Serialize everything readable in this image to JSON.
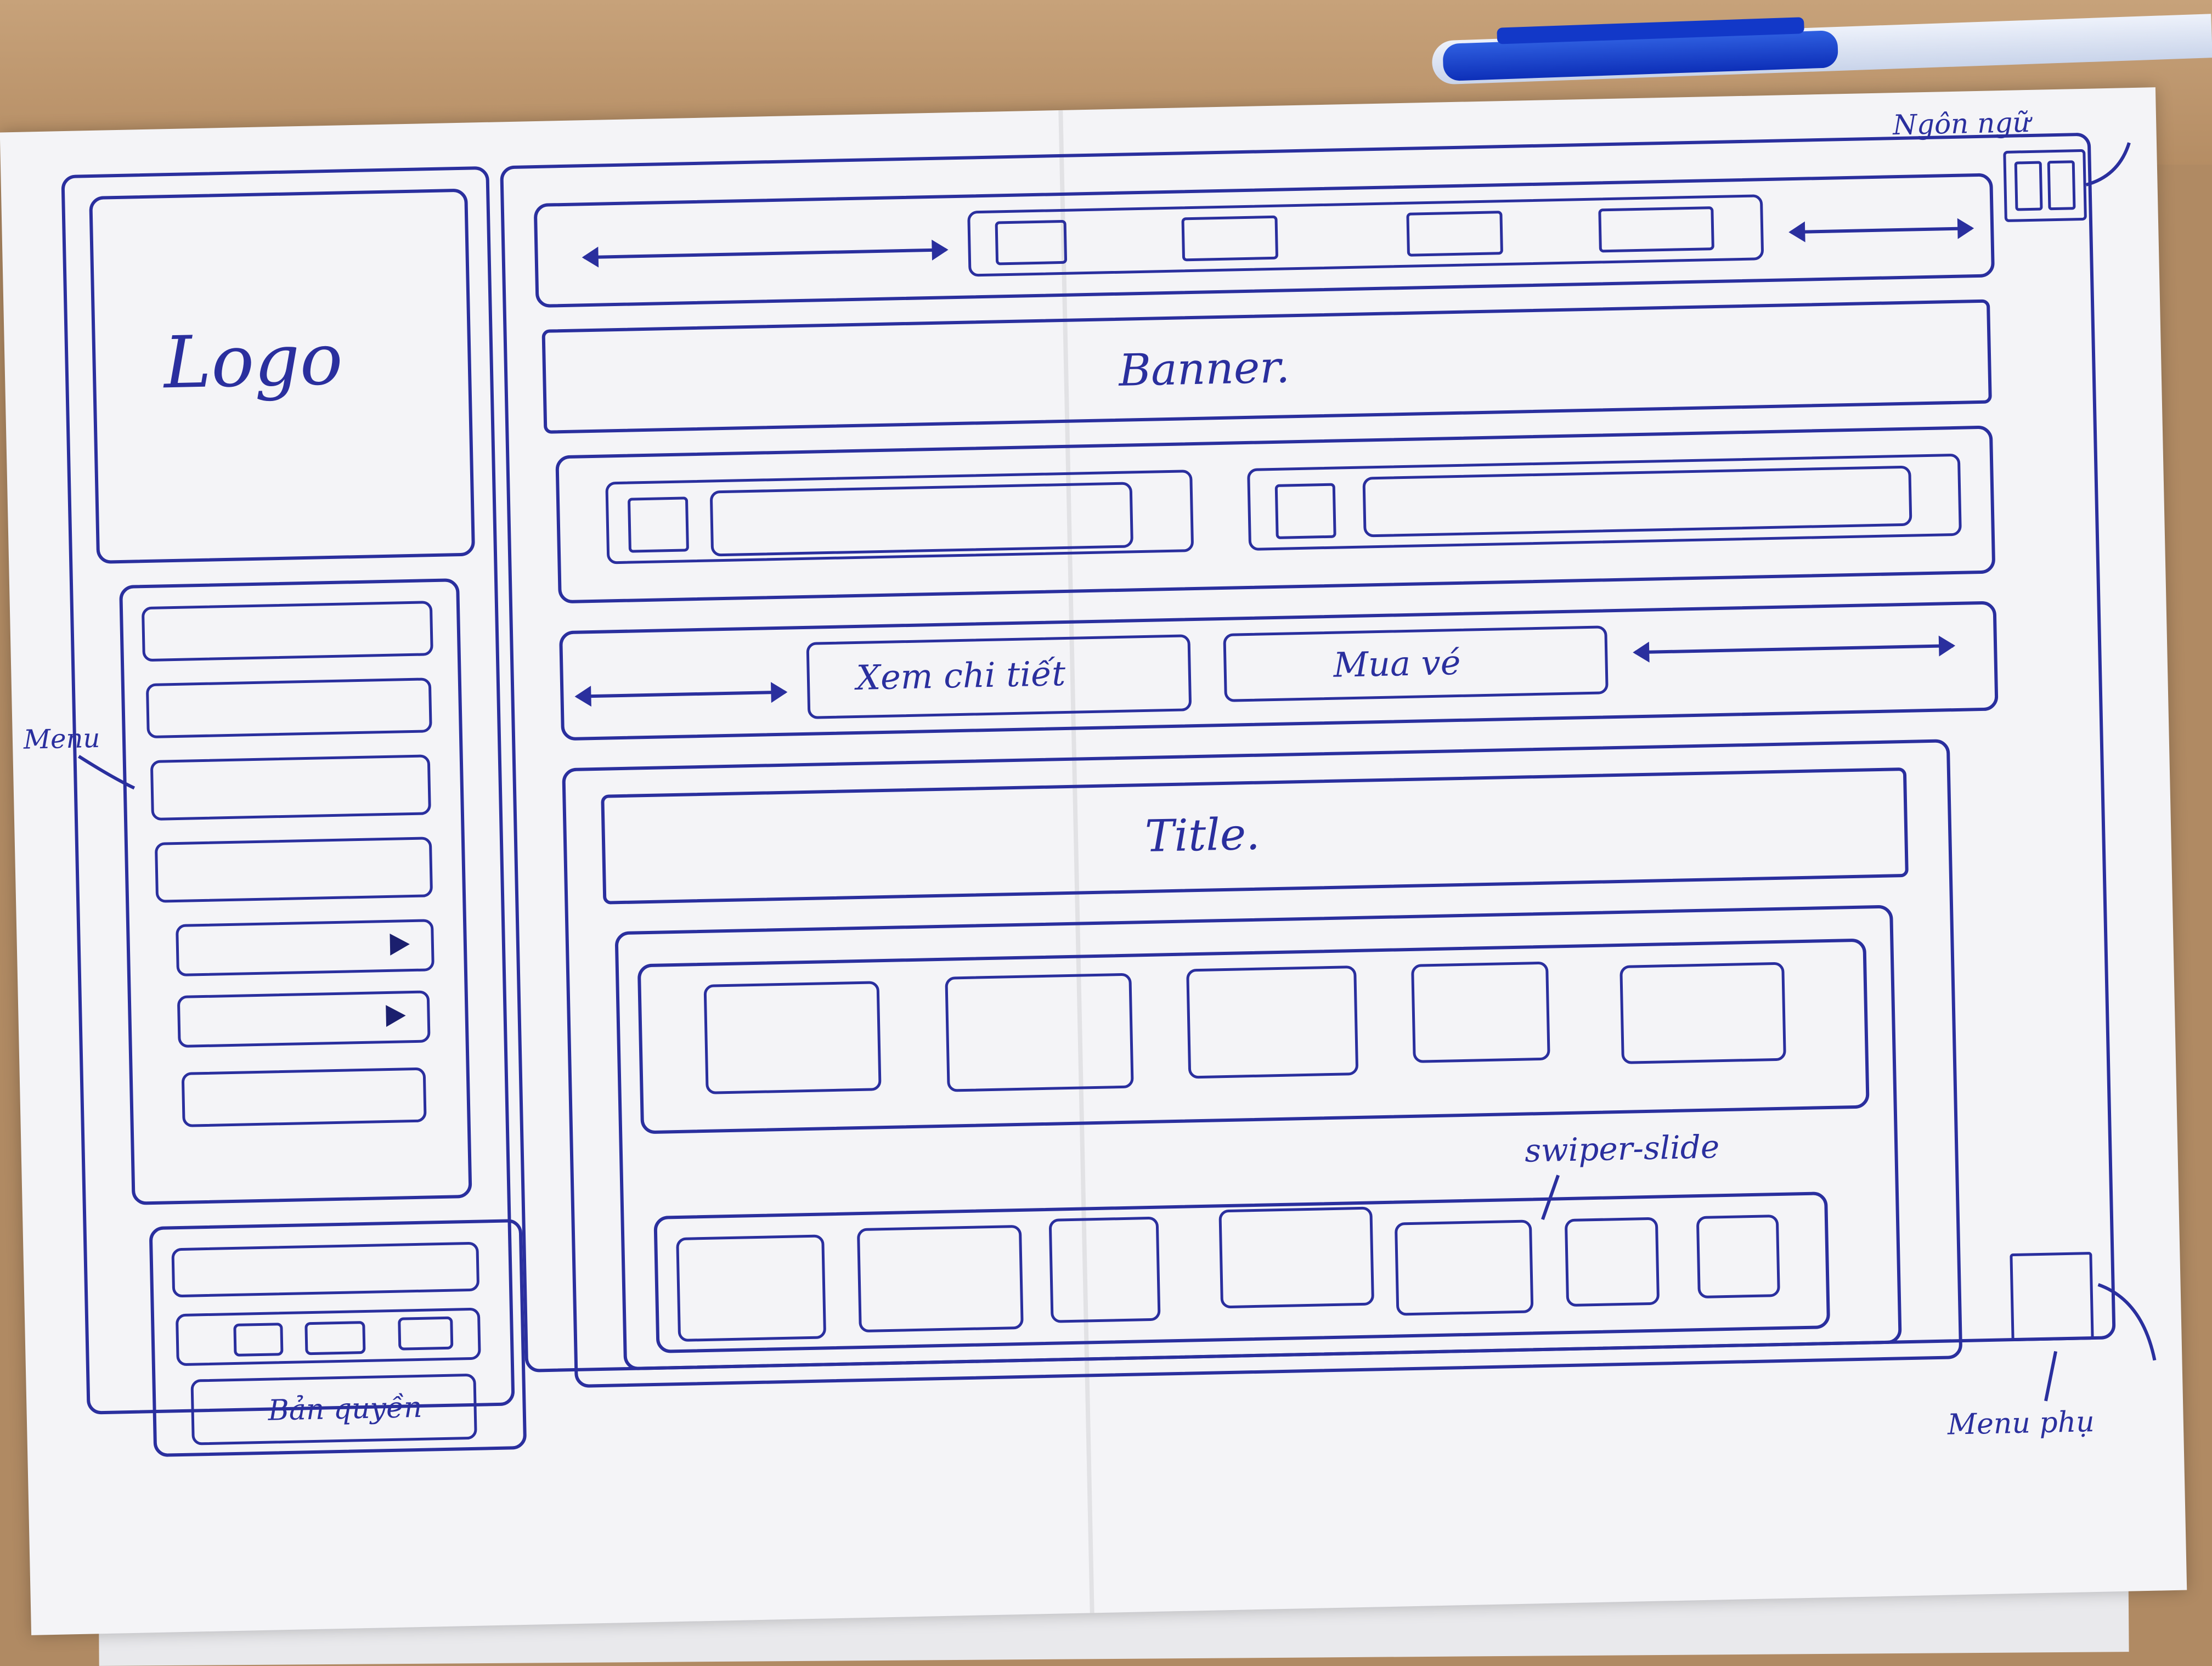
{
  "sketch": {
    "logo": "Logo",
    "language_note": "Ngôn ngữ",
    "menu_note": "Menu",
    "copyright": "Bản quyền",
    "banner": "Banner.",
    "view_details": "Xem chi tiết",
    "buy_ticket": "Mua vé",
    "title": "Title.",
    "swiper_note": "swiper-slide",
    "submenu_note": "Menu phụ"
  },
  "colors": {
    "ink": "#2a2f9e",
    "paper": "#f4f4f7",
    "desk": "#b08a63",
    "pen": "#1238c8"
  },
  "icons": [
    "double-arrow-icon",
    "play-triangle-icon",
    "pen-icon"
  ]
}
